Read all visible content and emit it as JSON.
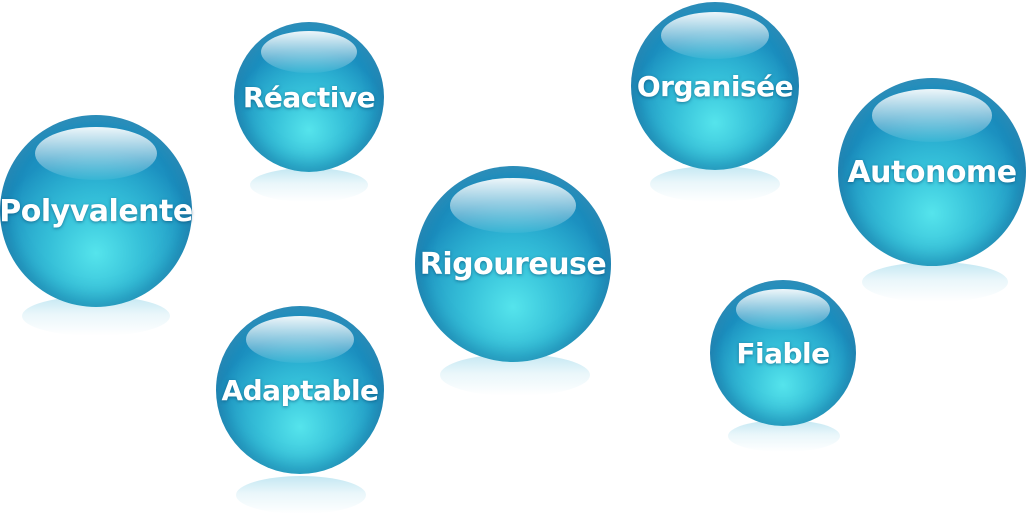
{
  "bubbles": [
    {
      "id": "polyvalente",
      "label": "Polyvalente"
    },
    {
      "id": "reactive",
      "label": "Réactive"
    },
    {
      "id": "organisee",
      "label": "Organisée"
    },
    {
      "id": "autonome",
      "label": "Autonome"
    },
    {
      "id": "rigoureuse",
      "label": "Rigoureuse"
    },
    {
      "id": "adaptable",
      "label": "Adaptable"
    },
    {
      "id": "fiable",
      "label": "Fiable"
    }
  ],
  "colors": {
    "bubble_base": "#1b8fbf",
    "bubble_glow": "#3fd0e0",
    "text": "#ffffff",
    "background": "#ffffff"
  }
}
